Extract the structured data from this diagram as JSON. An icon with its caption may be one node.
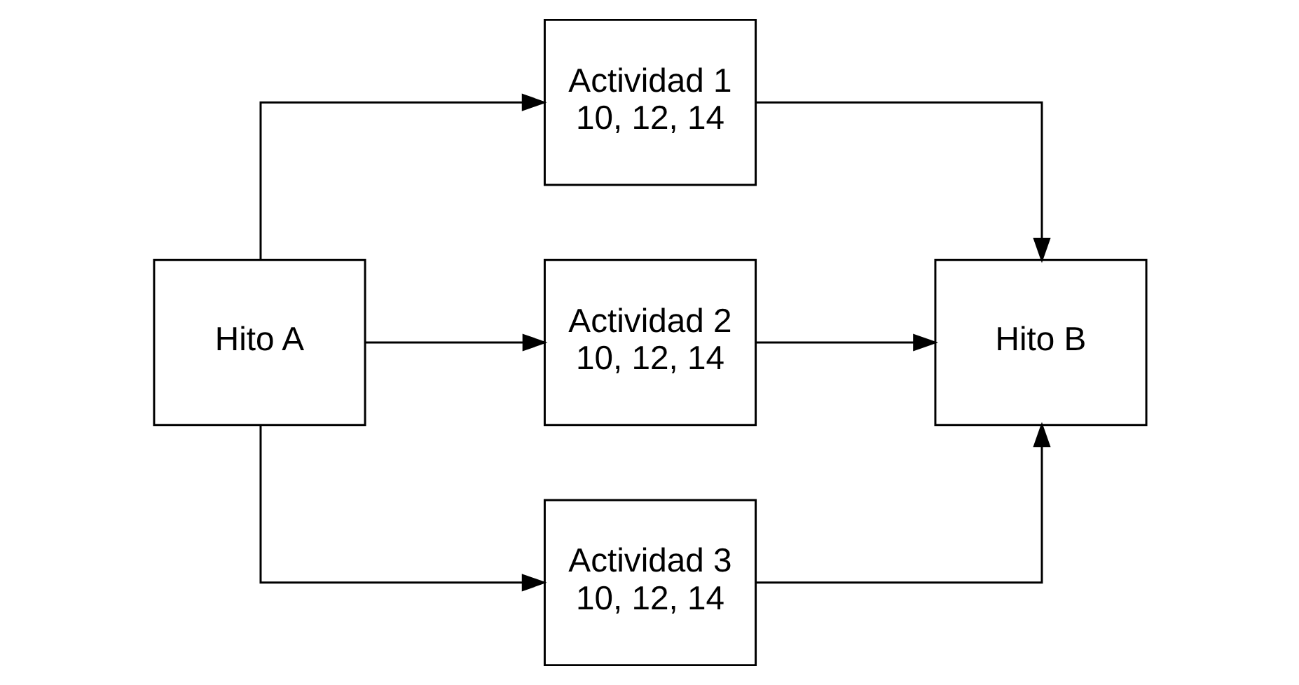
{
  "diagram": {
    "nodes": [
      {
        "text": [
          "Hito A"
        ]
      },
      {
        "text": [
          "Actividad 1",
          "10, 12, 14"
        ]
      },
      {
        "text": [
          "Actividad 2",
          "10, 12, 14"
        ]
      },
      {
        "text": [
          "Actividad 3",
          "10, 12, 14"
        ]
      },
      {
        "text": [
          "Hito B"
        ]
      }
    ],
    "edges": [
      {
        "from": 0,
        "to": 1,
        "arrow": "to"
      },
      {
        "from": 0,
        "to": 2,
        "arrow": "to"
      },
      {
        "from": 0,
        "to": 3,
        "arrow": "to"
      },
      {
        "from": 1,
        "to": 4,
        "arrow": "to"
      },
      {
        "from": 2,
        "to": 4,
        "arrow": "to"
      },
      {
        "from": 3,
        "to": 4,
        "arrow": "to"
      }
    ]
  }
}
